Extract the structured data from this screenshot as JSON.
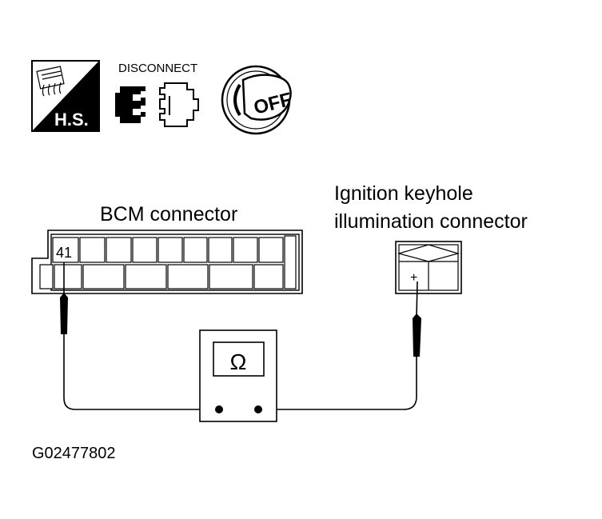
{
  "icons": {
    "harness_side_label": "H.S.",
    "disconnect_label": "DISCONNECT",
    "ignition_label": "OFF"
  },
  "bcm": {
    "title": "BCM connector",
    "pin_label": "41"
  },
  "ignition_connector": {
    "title_line1": "Ignition keyhole",
    "title_line2": "illumination connector",
    "terminal_label": "+"
  },
  "meter": {
    "symbol": "Ω"
  },
  "figure_id": "G02477802"
}
